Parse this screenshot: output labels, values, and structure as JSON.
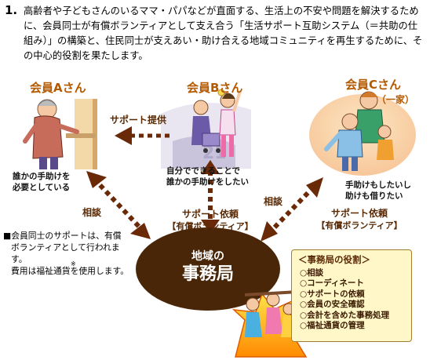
{
  "intro": {
    "number": "1.",
    "text": "高齢者や子どもさんのいるママ・パパなどが直面する、生活上の不安や問題を解決するために、会員同士が有償ボランティアとして支え合う「生活サポート互助システム（＝共助の仕組み）」の構築と、住民同士が支えあい・助け合える地域コミュニティを再生するために、その中心的役割を果たします。"
  },
  "members": {
    "a": {
      "name": "会員Aさん",
      "note_line1": "誰かの手助けを",
      "note_line2": "必要としている"
    },
    "b": {
      "name": "会員Bさん",
      "note_line1": "自分でできることで",
      "note_line2": "誰かの手助けをしたい"
    },
    "c": {
      "name": "会員Cさん",
      "sub": "（一家）",
      "note_line1": "手助けもしたいし",
      "note_line2": "助けも借りたい"
    }
  },
  "flows": {
    "support_provide": "サポート提供",
    "consult_left": "相談",
    "consult_right": "相談",
    "request_center_label": "サポート依頼",
    "request_center_tag": "【有償ボランティア】",
    "request_right_label": "サポート依頼",
    "request_right_tag": "【有償ボランティア】"
  },
  "hub": {
    "line1": "地域の",
    "line2": "事務局",
    "color": "#4a2608"
  },
  "disclaimer": {
    "line1": "■会員同士のサポートは、有償",
    "line2": "ボランティアとして行われま",
    "line3": "す。",
    "asterisk": "※",
    "line4": "費用は福祉通貨を使用します。"
  },
  "roles": {
    "title": "＜事務局の役割＞",
    "items": [
      "○相談",
      "○コーディネート",
      "○サポートの依頼",
      "○会員の安全確認",
      "○会計を含めた事務処理",
      "○福祉通貨の管理"
    ]
  },
  "colors": {
    "arrow": "#6a2a08",
    "name": "#b35a00",
    "box_bg": "#fff7c8"
  }
}
